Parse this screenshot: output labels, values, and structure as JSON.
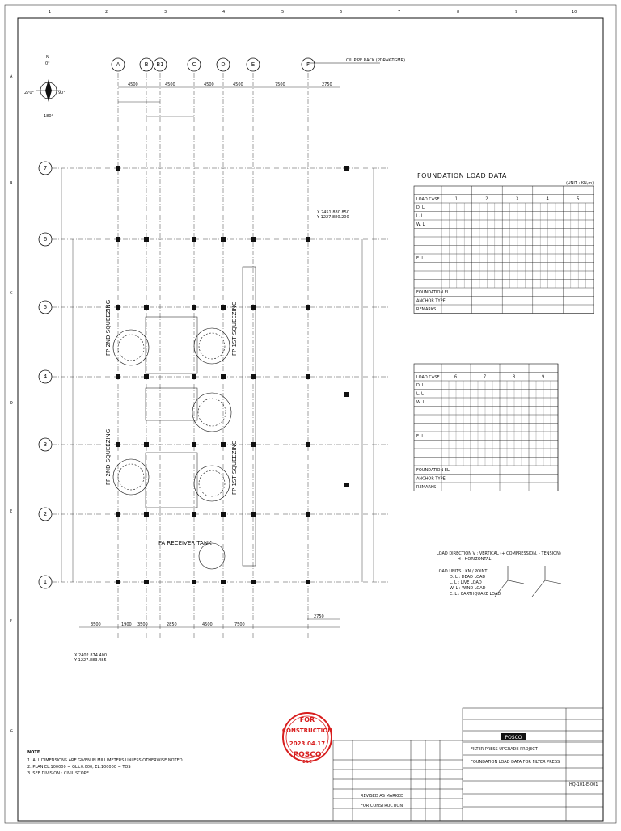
{
  "border": {
    "top_numbers": [
      "1",
      "2",
      "3",
      "4",
      "5",
      "6",
      "7",
      "8",
      "9",
      "10"
    ],
    "side_letters": [
      "A",
      "B",
      "C",
      "D",
      "E",
      "F",
      "G"
    ]
  },
  "north_arrow": {
    "n": "N",
    "deg0": "0°",
    "deg90": "90°",
    "deg180": "180°",
    "deg270": "270°"
  },
  "column_grid": [
    "A",
    "B",
    "B1",
    "C",
    "D",
    "E",
    "F"
  ],
  "row_grid": [
    "7",
    "6",
    "5",
    "4",
    "3",
    "2",
    "1"
  ],
  "top_note": "C/L PIPE RACK (PDRAK-TGMR)",
  "dims_top": [
    "4500",
    "4500",
    "4500",
    "4500",
    "7500",
    "2750"
  ],
  "dims_bottom": [
    "3500",
    "1900",
    "3500",
    "2850",
    "4500",
    "7500",
    "2750"
  ],
  "coord_top": {
    "x": "X 2451.880.850",
    "y": "Y 1227.880.200"
  },
  "coord_bottom": {
    "x": "X 2402.874.400",
    "y": "Y 1227.883.485"
  },
  "area_labels": {
    "second_squeezing_1": "FP 2ND SQUEEZING",
    "first_squeezing_1": "FP 1ST SQUEEZING",
    "second_squeezing_2": "FP 2ND SQUEEZING",
    "first_squeezing_2": "FP 1ST SQUEEZING",
    "receiver": "FA RECEIVER TANK"
  },
  "load_table_1": {
    "title": "FOUNDATION LOAD DATA",
    "unit": "(UNIT : KN,m)",
    "header": [
      "LOAD CASE",
      "1",
      "2",
      "3",
      "4",
      "5"
    ],
    "rows": [
      "D. L",
      "L. L",
      "W. L",
      "",
      "",
      "",
      "E. L",
      "",
      "",
      "",
      "FOUNDATION EL",
      "ANCHOR TYPE",
      "REMARKS"
    ]
  },
  "load_table_2": {
    "header": [
      "LOAD CASE",
      "6",
      "7",
      "8",
      "9"
    ],
    "rows": [
      "D. L",
      "L. L",
      "W. L",
      "",
      "",
      "",
      "E. L",
      "",
      "",
      "",
      "FOUNDATION EL",
      "ANCHOR TYPE",
      "REMARKS"
    ]
  },
  "legend_note": {
    "line1": "LOAD DIRECTION V : VERTICAL (+ COMPRESSION, - TENSION)",
    "line2": "H : HORIZONTAL",
    "line3": "LOAD UNITS : KN / POINT",
    "line4": "D. L : DEAD LOAD",
    "line5": "L. L : LIVE LOAD",
    "line6": "W. L : WIND LOAD",
    "line7": "E. L : EARTHQUAKE LOAD"
  },
  "notes": {
    "title": "NOTE",
    "n1": "1. ALL DIMENSIONS ARE GIVEN IN MILLIMETERS UNLESS OTHERWISE NOTED",
    "n2": "2. PLAN EL.100000 = GL±0.000, EL.100000 = TOS",
    "n3": "3. SEE DIVISION : CIVIL SCOPE"
  },
  "stamp": {
    "line1": "FOR",
    "line2": "CONSTRUCTION",
    "date": "2023.04.17",
    "brand": "POSCO",
    "sub": "E&C"
  },
  "title_block": {
    "company": "POSCO",
    "revision_rows": [
      "REVISED AS MARKED",
      "FOR CONSTRUCTION"
    ],
    "project": "FILTER PRESS UPGRADE PROJECT",
    "drawing_title": "FOUNDATION LOAD DATA FOR FILTER PRESS",
    "drawing_no": "HQ-101-E-001"
  }
}
